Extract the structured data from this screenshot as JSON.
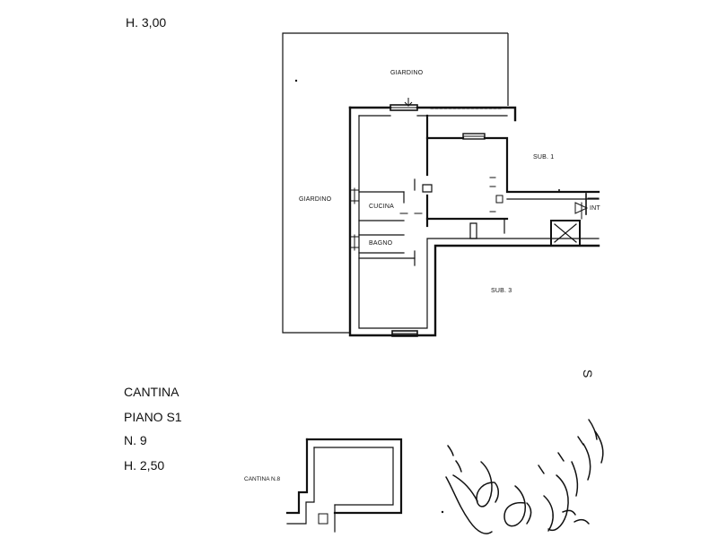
{
  "page": {
    "height_main": "H. 3,00"
  },
  "plan_main": {
    "labels": {
      "garden_top": "GIARDINO",
      "garden_left": "GIARDINO",
      "kitchen": "CUCINA",
      "bathroom": "BAGNO",
      "sub1": "SUB. 1",
      "sub3": "SUB. 3",
      "entrance_cut": "INT"
    }
  },
  "cellar_info": {
    "title": "CANTINA",
    "floor": "PIANO S1",
    "number": "N. 9",
    "height": "H. 2,50"
  },
  "plan_cellar": {
    "label": "CANTINA N.8"
  },
  "edge_mark": {
    "text": "S"
  },
  "colors": {
    "ink": "#111111",
    "paper": "#ffffff"
  }
}
